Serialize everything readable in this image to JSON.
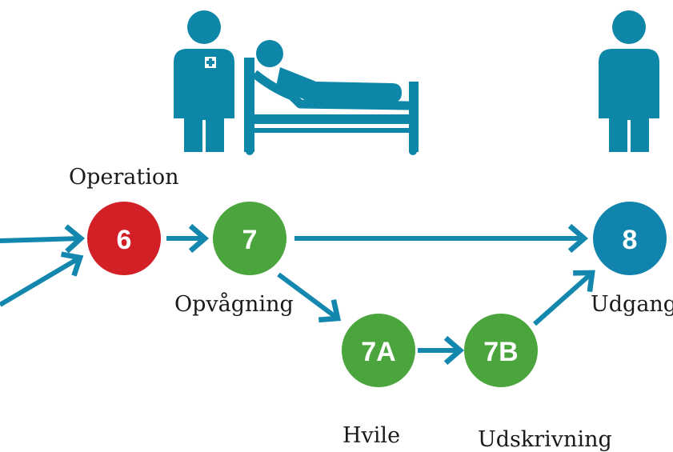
{
  "colors": {
    "arrow": "#1387ad",
    "icon": "#0e86a8",
    "red_node": "#d32027",
    "green_node": "#4aa63c",
    "blue_node": "#1184ad"
  },
  "icons": [
    "doctor-icon",
    "patient-in-bed-icon",
    "person-icon"
  ],
  "nodes": {
    "n6": {
      "label": "6",
      "color": "red"
    },
    "n7": {
      "label": "7",
      "color": "green"
    },
    "n7a": {
      "label": "7A",
      "color": "green"
    },
    "n7b": {
      "label": "7B",
      "color": "green"
    },
    "n8": {
      "label": "8",
      "color": "blue"
    }
  },
  "labels": {
    "operation": "Operation",
    "opvagning": "Opvågning",
    "hvile": "Hvile",
    "udskrivning": "Udskrivning",
    "udgang": "Udgang"
  }
}
